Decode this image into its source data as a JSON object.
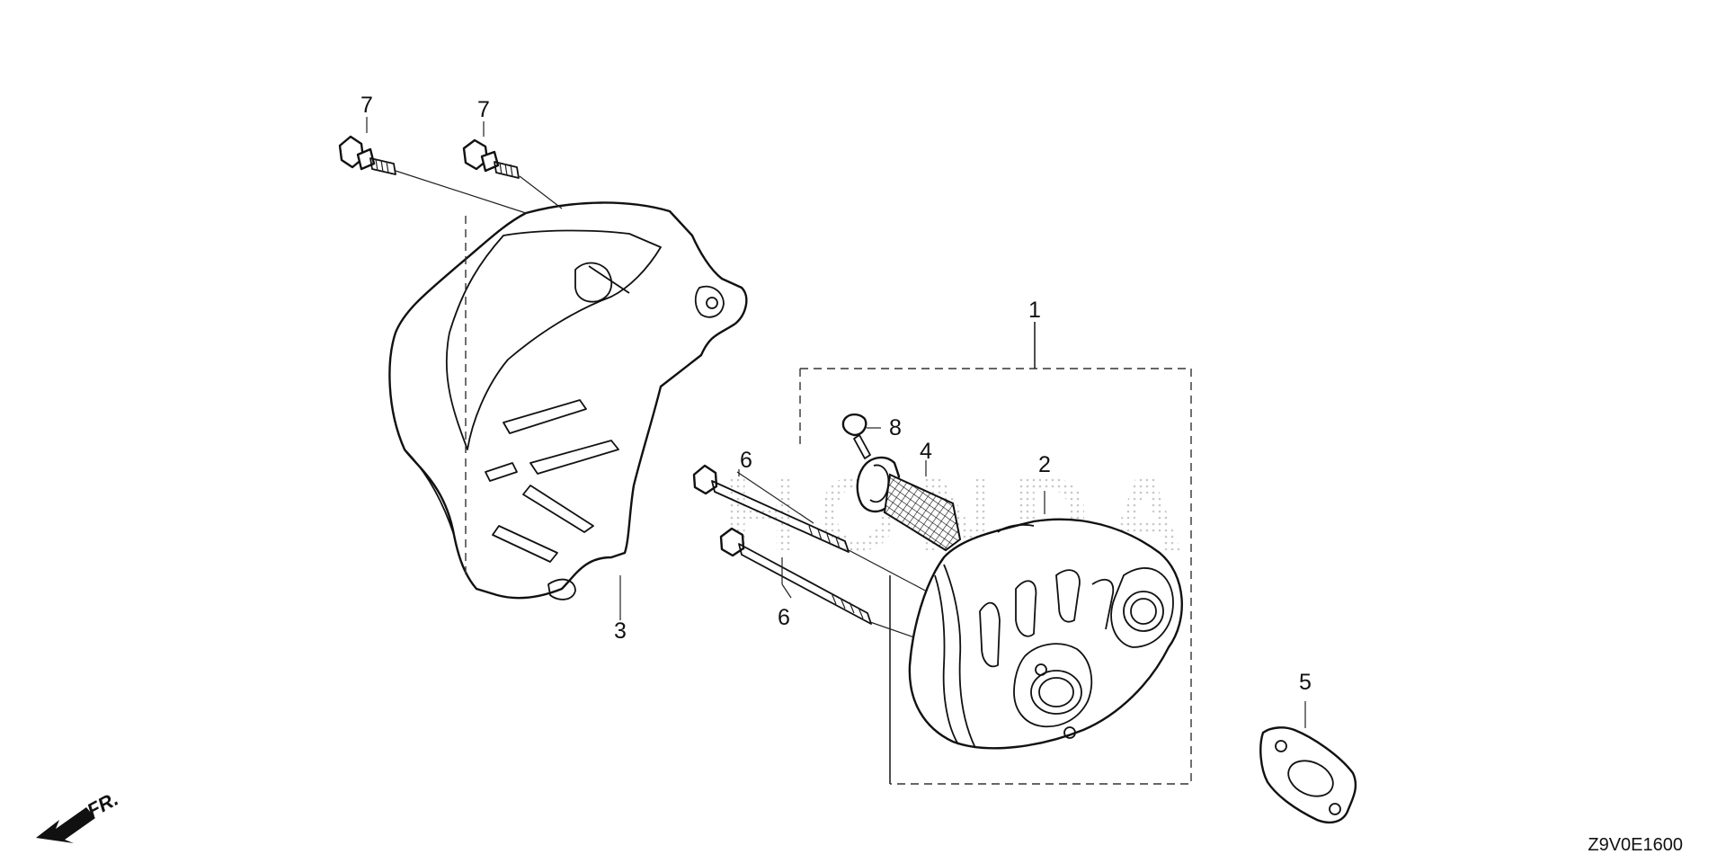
{
  "callouts": {
    "part_1": "1",
    "part_2": "2",
    "part_3": "3",
    "part_4": "4",
    "part_5": "5",
    "part_6a": "6",
    "part_6b": "6",
    "part_7a": "7",
    "part_7b": "7",
    "part_8": "8"
  },
  "front_indicator": "FR.",
  "diagram_code": "Z9V0E1600",
  "watermark": "HONDA",
  "colors": {
    "line": "#111111",
    "background": "#ffffff",
    "watermark_dots": "#c8c8c8"
  },
  "icons": {
    "front_arrow": "arrow-down-left-icon"
  }
}
